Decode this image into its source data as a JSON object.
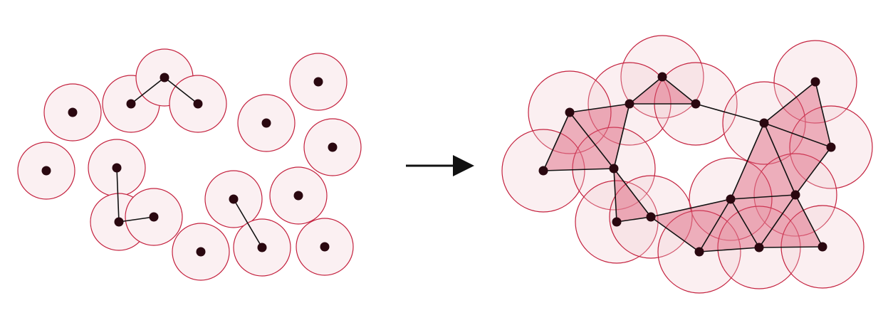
{
  "diagram": {
    "colors": {
      "ball_stroke": "#c4223f",
      "ball_fill_small": "#fbf0f2",
      "ball_fill_large": "#f3c9d2",
      "simplex_fill": "#d9546f",
      "point": "#2a0810",
      "edge": "#111111"
    },
    "panels": [
      {
        "id": "left",
        "radius": "small",
        "icon": "point-cloud-small-radius"
      },
      {
        "id": "right",
        "radius": "large",
        "icon": "point-cloud-large-radius"
      }
    ],
    "arrow": {
      "icon": "right-arrow-icon",
      "direction": "left-to-right"
    }
  }
}
